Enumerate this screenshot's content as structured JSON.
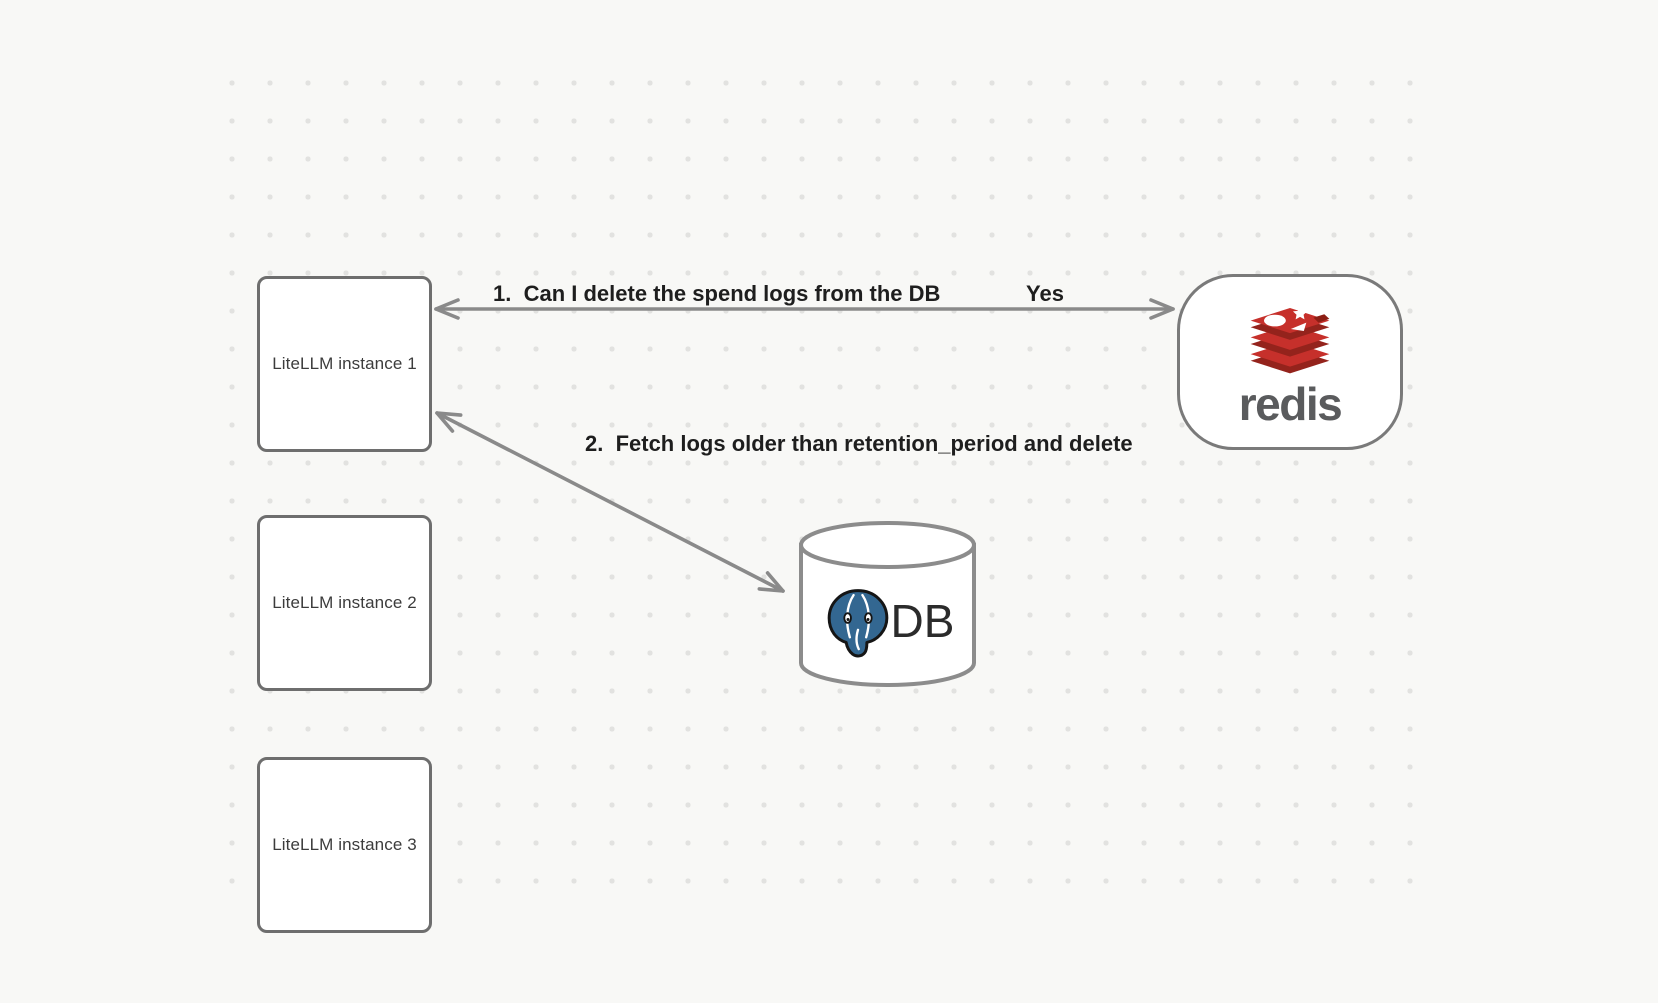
{
  "diagram": {
    "nodes": {
      "instance1": {
        "label": "LiteLLM instance 1"
      },
      "instance2": {
        "label": "LiteLLM instance 2"
      },
      "instance3": {
        "label": "LiteLLM instance 3"
      },
      "redis": {
        "wordmark": "redis"
      },
      "db": {
        "label": "DB"
      }
    },
    "edges": {
      "edge1": {
        "label": "1.  Can I delete the spend logs from the DB",
        "response": "Yes",
        "from": "instance1",
        "to": "redis",
        "direction": "both"
      },
      "edge2": {
        "label": "2.  Fetch logs older than retention_period and delete",
        "from": "instance1",
        "to": "db",
        "direction": "both"
      }
    },
    "colors": {
      "background": "#f8f8f6",
      "grid_dot": "#e2e2e0",
      "node_border": "#6e6e6e",
      "arrow": "#8a8a8a",
      "label_text": "#1e1e1e",
      "redis_red": "#c6302b",
      "redis_red_dark": "#94231c",
      "redis_wordmark": "#5a5b5d",
      "postgres_blue": "#336791",
      "db_text": "#2b2b2b"
    }
  }
}
